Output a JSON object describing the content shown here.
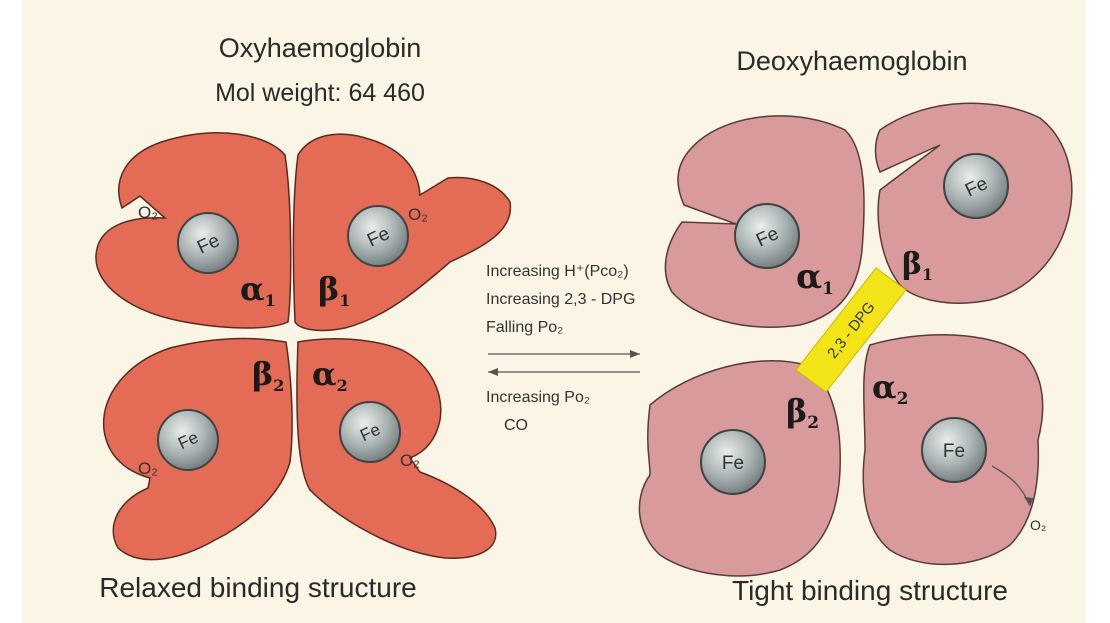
{
  "left": {
    "title": "Oxyhaemoglobin",
    "subtitle": "Mol weight: 64 460",
    "footer": "Relaxed binding structure",
    "subunits": [
      {
        "greek": "α",
        "sub": "1",
        "fe": "Fe",
        "o2": "O₂"
      },
      {
        "greek": "β",
        "sub": "1",
        "fe": "Fe",
        "o2": "O₂"
      },
      {
        "greek": "β",
        "sub": "2",
        "fe": "Fe",
        "o2": "O₂"
      },
      {
        "greek": "α",
        "sub": "2",
        "fe": "Fe",
        "o2": "O₂"
      }
    ]
  },
  "right": {
    "title": "Deoxyhaemoglobin",
    "footer": "Tight binding structure",
    "dpg_bridge": "2,3 - DPG",
    "released_o2": "O₂",
    "subunits": [
      {
        "greek": "α",
        "sub": "1",
        "fe": "Fe"
      },
      {
        "greek": "β",
        "sub": "1",
        "fe": "Fe"
      },
      {
        "greek": "β",
        "sub": "2",
        "fe": "Fe"
      },
      {
        "greek": "α",
        "sub": "2",
        "fe": "Fe"
      }
    ]
  },
  "conditions": {
    "forward": [
      "Increasing H⁺(Pco₂)",
      "Increasing 2,3 - DPG",
      "Falling Po₂"
    ],
    "reverse": [
      "Increasing Po₂",
      "CO"
    ]
  },
  "colors": {
    "background": "#faf5e4",
    "oxy_subunit": "#e46b56",
    "deoxy_subunit": "#d99a9b",
    "heme_disk": "#a9b1b1",
    "dpg_bridge": "#f2e417"
  }
}
